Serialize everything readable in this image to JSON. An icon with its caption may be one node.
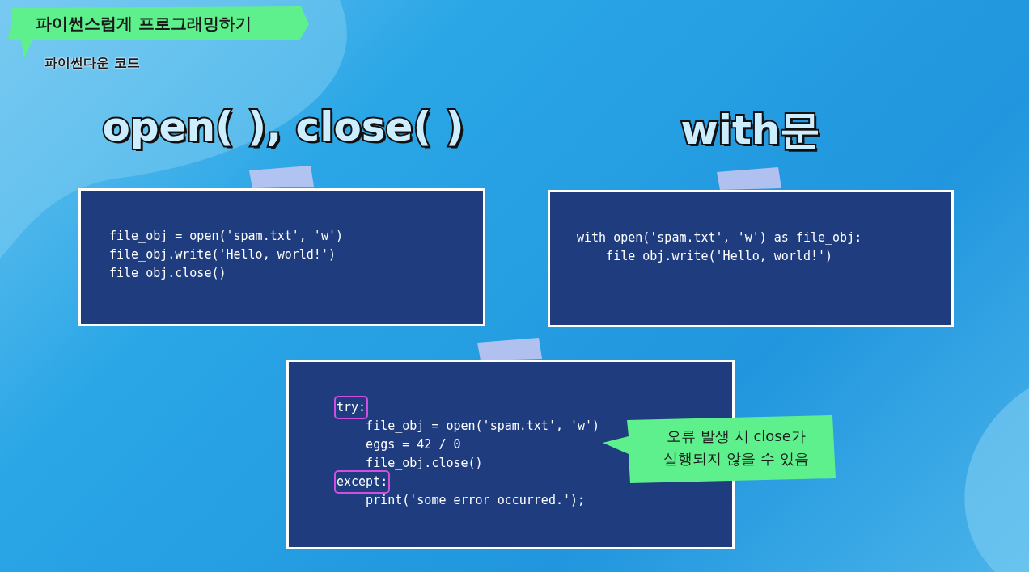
{
  "diagram": {
    "title": "파이썬스럽게 프로그래밍하기",
    "nodes": [
      {
        "text": [
          "file_obj = open('spam.txt', 'w')",
          "file_obj.write('Hello, world!')",
          "file_obj.close()"
        ]
      },
      {
        "text": [
          "with open('spam.txt', 'w') as file_obj:",
          "    file_obj.write('Hello, world!')"
        ]
      },
      {
        "text": [
          "try:",
          "    file_obj = open('spam.txt', 'w')",
          "    eggs = 42 / 0",
          "    file_obj.close()",
          "except:",
          "    print('some error occurred.');"
        ]
      },
      {
        "text": [
          "오류 발생 시 close가 실행되지 않을 수 있음"
        ]
      },
      {
        "text": [],
        "shape": "bar"
      },
      {
        "text": [],
        "shape": "bar"
      },
      {
        "text": [],
        "shape": "bar"
      }
    ],
    "edges": [],
    "labels": [
      "파이썬다운 코드",
      "open( ), close( )",
      "with문"
    ]
  }
}
